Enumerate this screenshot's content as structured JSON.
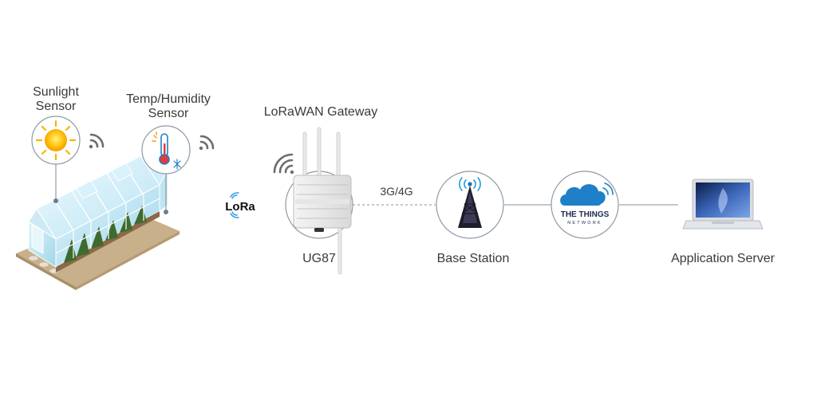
{
  "diagram": {
    "nodes": {
      "sunlight_sensor": {
        "label_line1": "Sunlight",
        "label_line2": "Sensor"
      },
      "temp_humidity_sensor": {
        "label_line1": "Temp/Humidity",
        "label_line2": "Sensor"
      },
      "lora_logo": {
        "text": "LoRa"
      },
      "gateway": {
        "title": "LoRaWAN Gateway",
        "model": "UG87"
      },
      "base_station": {
        "label": "Base Station"
      },
      "the_things_network": {
        "line1": "THE THINGS",
        "line2": "NETWORK"
      },
      "application_server": {
        "label": "Application Server"
      }
    },
    "edges": [
      {
        "from": "gateway",
        "to": "base_station",
        "label": "3G/4G",
        "style": "dashed"
      },
      {
        "from": "base_station",
        "to": "the_things_network",
        "style": "solid"
      },
      {
        "from": "the_things_network",
        "to": "application_server",
        "style": "solid"
      }
    ],
    "colors": {
      "line": "#9aa6b3",
      "circle_stroke": "#8e9aa6",
      "cloud": "#1f7fc8",
      "wifi": "#6d6d6d",
      "lora_signal": "#1e9be0"
    }
  }
}
